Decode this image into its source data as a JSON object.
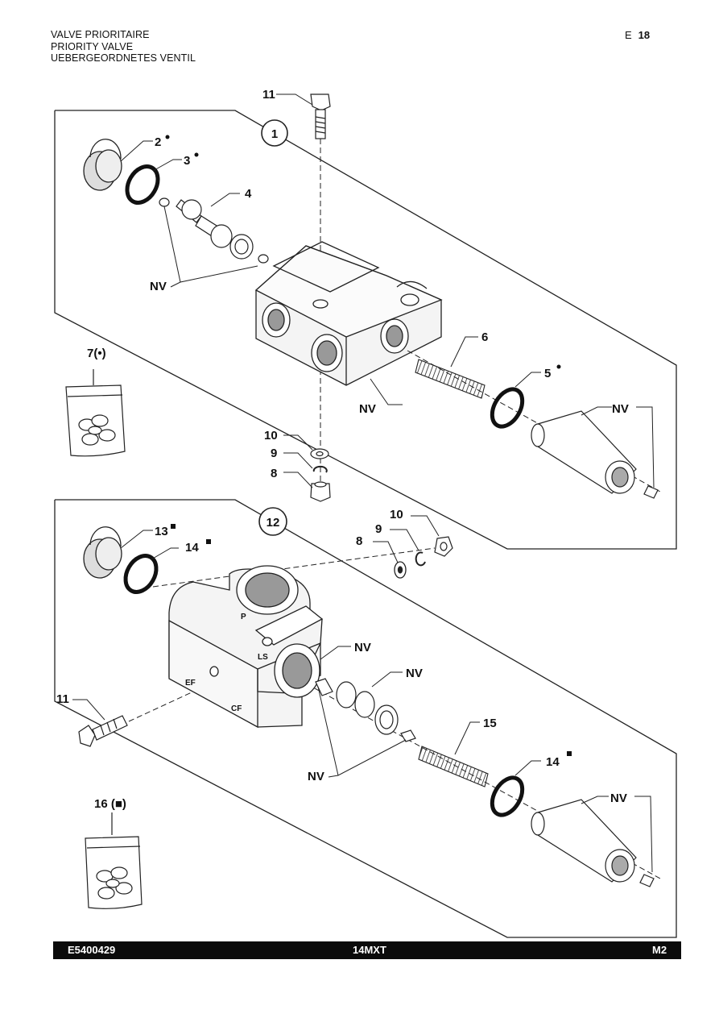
{
  "header": {
    "title_fr": "VALVE PRIORITAIRE",
    "title_en": "PRIORITY VALVE",
    "title_de": "UEBERGEORDNETES VENTIL",
    "section": "E",
    "page": "18"
  },
  "callouts": {
    "c1": "1",
    "c2": "2",
    "c3": "3",
    "c4": "4",
    "c5": "5",
    "c6": "6",
    "c7": "7(•)",
    "c8": "8",
    "c9": "9",
    "c10": "10",
    "c11": "11",
    "c12": "12",
    "c13": "13",
    "c14": "14",
    "c15": "15",
    "c16": "16 (■)",
    "nv": "NV"
  },
  "port_labels": {
    "p": "P",
    "ls": "LS",
    "ef": "EF",
    "cf": "CF"
  },
  "footer": {
    "ref": "E5400429",
    "model": "14MXT",
    "code": "M2"
  }
}
